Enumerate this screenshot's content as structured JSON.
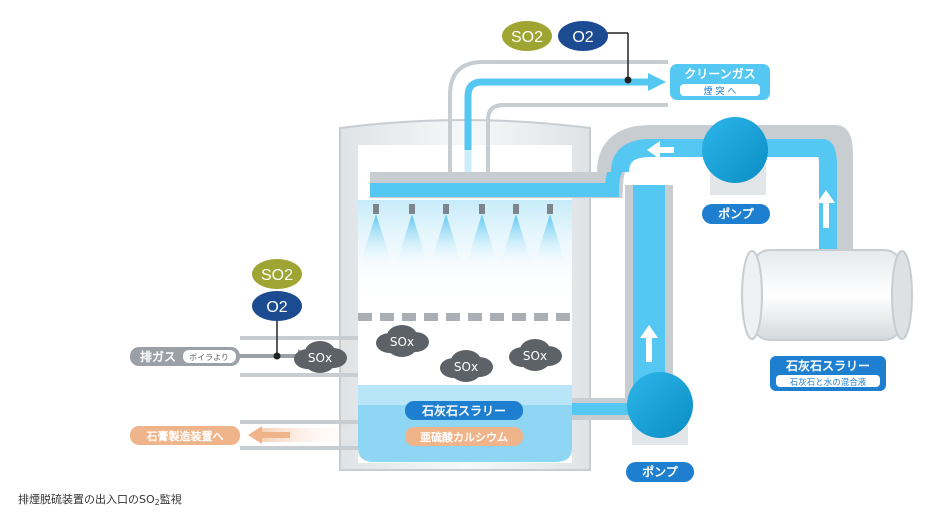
{
  "diagram": {
    "top_monitor": {
      "so2": "SO2",
      "o2": "O2"
    },
    "left_monitor": {
      "so2": "SO2",
      "o2": "O2"
    },
    "clean_gas": {
      "title": "クリーンガス",
      "sub": "煙 突 へ"
    },
    "exhaust_gas": {
      "title": "排ガス",
      "sub": "ボイラより"
    },
    "sox_labels": [
      "SOx",
      "SOx",
      "SOx",
      "SOx"
    ],
    "tank": {
      "slurry": "石灰石スラリー",
      "calcium_sulfite": "亜硫酸カルシウム"
    },
    "gypsum": "石膏製造装置へ",
    "pumps": [
      "ポンプ",
      "ポンプ"
    ],
    "slurry_tank": {
      "title": "石灰石スラリー",
      "sub": "石灰石と水の混合液"
    }
  },
  "caption": {
    "main": "排煙脱硫装置の出入口のSO",
    "sub": "2",
    "suffix": "監視"
  },
  "colors": {
    "pipe_blue": "#54c7f2",
    "pump_blue": "#0e9fd6",
    "label_blue": "#1e7fd0",
    "so2_green": "#9fa532",
    "o2_navy": "#1d4b91",
    "gypsum_orange": "#f0b48a",
    "grey_pipe": "#c8cdd2"
  }
}
